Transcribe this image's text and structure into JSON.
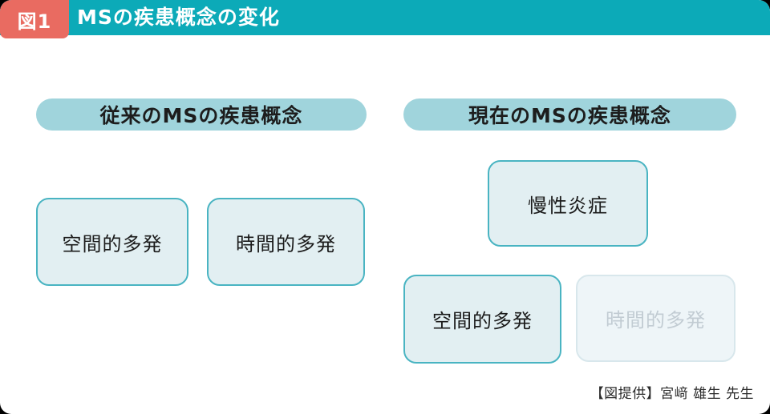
{
  "figure": {
    "badge": "図1",
    "title": "MSの疾患概念の変化"
  },
  "left_section": {
    "header": "従来のMSの疾患概念",
    "boxes": [
      "空間的多発",
      "時間的多発"
    ]
  },
  "right_section": {
    "header": "現在のMSの疾患概念",
    "boxes": [
      "慢性炎症",
      "空間的多発",
      "時間的多発"
    ],
    "faded_box_index": 2
  },
  "credit": "【図提供】宮﨑 雄生 先生",
  "colors": {
    "header_teal": "#0caab8",
    "badge_red": "#e96b61",
    "pill_background": "#a0d4dc",
    "box_fill": "#e2eff2",
    "box_border": "#49b4c2",
    "faded_box_fill": "#eef5f8",
    "faded_box_border": "#d8e7ec",
    "faded_text": "#c2ccd3",
    "card_background": "#ffffff"
  }
}
